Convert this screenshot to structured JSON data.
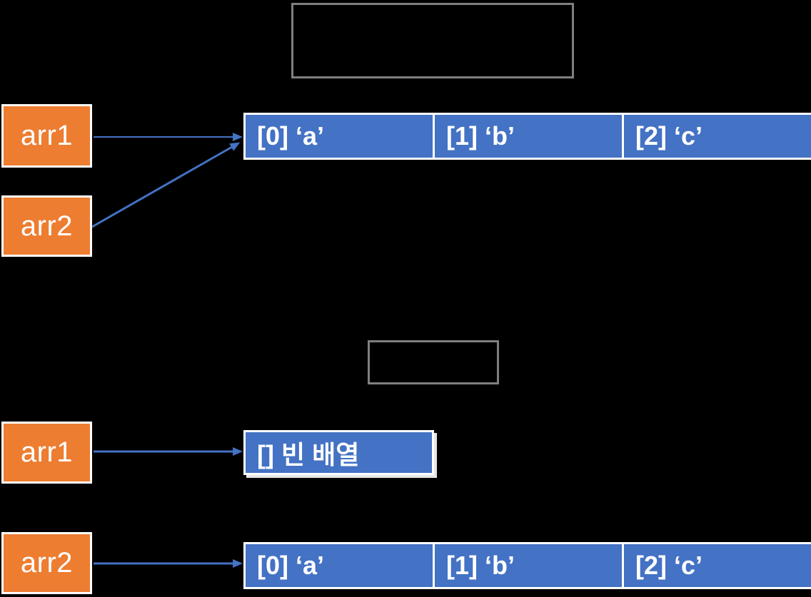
{
  "colors": {
    "background": "#000000",
    "variable_box_fill": "#ED7D31",
    "array_cell_fill": "#4472C4",
    "arrow": "#4472C4",
    "outline_box_border": "#7F7F7F",
    "text": "#FFFFFF"
  },
  "top_section": {
    "label_box_text": "",
    "variables": {
      "arr1": "arr1",
      "arr2": "arr2"
    },
    "array_cells": [
      "[0] ‘a’",
      "[1] ‘b’",
      "[2] ‘c’"
    ]
  },
  "bottom_section": {
    "label_box_text": "",
    "variables": {
      "arr1": "arr1",
      "arr2": "arr2"
    },
    "empty_array_text": "[] 빈 배열",
    "array_cells": [
      "[0] ‘a’",
      "[1] ‘b’",
      "[2] ‘c’"
    ]
  }
}
